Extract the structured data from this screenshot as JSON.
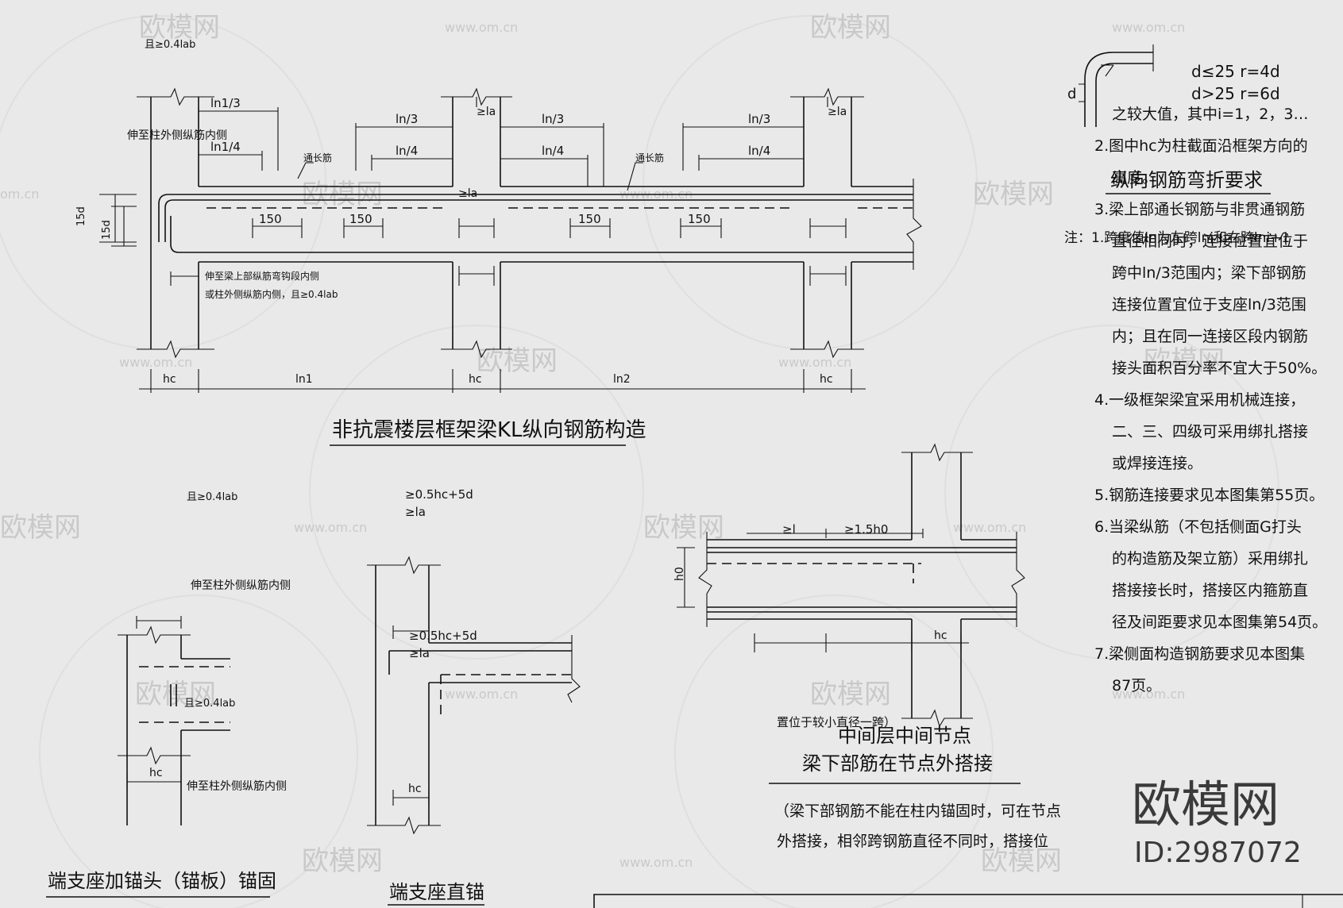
{
  "watermark": {
    "brand": "欧模网",
    "url": "www.om.cn",
    "id": "ID:2987072",
    "side_url": "om.cn"
  },
  "main": {
    "title": "非抗震楼层框架梁KL纵向钢筋构造",
    "labels": {
      "anchor_top": "且≥0.4lab",
      "ln1_3": "ln1/3",
      "ln1_4": "ln1/4",
      "ln_3_a": "ln/3",
      "ln_4_a": "ln/4",
      "ln_3_b": "ln/3",
      "ln_4_b": "ln/4",
      "ln_3_c": "ln/3",
      "ln_4_c": "ln/4",
      "ge_la_a": "≥la",
      "ge_la_b": "≥la",
      "ge_la_c": "≥la",
      "extend_outer": "伸至柱外侧纵筋内侧",
      "through_bar_a": "通长筋",
      "through_bar_b": "通长筋",
      "d15_a": "15d",
      "d15_b": "15d",
      "d150_a": "150",
      "d150_b": "150",
      "d150_c": "150",
      "d150_d": "150",
      "note_extend_1": "伸至梁上部纵筋弯钩段内侧",
      "note_extend_2": "或柱外侧纵筋内侧，且≥0.4lab",
      "hc_a": "hc",
      "hc_b": "hc",
      "hc_c": "hc",
      "ln1": "ln1",
      "ln2": "ln2"
    }
  },
  "bend": {
    "d_label": "d",
    "rule_1": "d≤25  r=4d",
    "rule_2": "d>25  r=6d",
    "title": "纵向钢筋弯折要求"
  },
  "notes": [
    "之较大值，其中i=1，2，3…",
    "2.图中hc为柱截面沿框架方向的",
    "高度。",
    "3.梁上部通长钢筋与非贯通钢筋",
    "直径相同时，连接位置宜位于",
    "跨中ln/3范围内；梁下部钢筋",
    "连接位置宜位于支座ln/3范围",
    "内；且在同一连接区段内钢筋",
    "接头面积百分率不宜大于50%。",
    "4.一级框架梁宜采用机械连接，",
    "二、三、四级可采用绑扎搭接",
    "或焊接连接。",
    "5.钢筋连接要求见本图集第55页。",
    "6.当梁纵筋（不包括侧面G打头",
    "的构造筋及架立筋）采用绑扎",
    "搭接接长时，搭接区内箍筋直",
    "径及间距要求见本图集第54页。",
    "7.梁侧面构造钢筋要求见本图集",
    "87页。"
  ],
  "note_prefix": "注：1.跨度值ln为左跨lni和右跨lni+1",
  "anchor_head": {
    "top_label": "且≥0.4lab",
    "extend_1": "伸至柱外侧纵筋内侧",
    "mid_label": "且≥0.4lab",
    "extend_2": "伸至柱外侧纵筋内侧",
    "hc": "hc",
    "title": "端支座加锚头（锚板）锚固"
  },
  "straight": {
    "top_1": "≥0.5hc+5d",
    "top_2": "≥la",
    "inner_1": "≥0.5hc+5d",
    "inner_2": "≥la",
    "hc": "hc",
    "title": "端支座直锚"
  },
  "middle": {
    "ge_l": "≥l",
    "ge_15h0": "≥1.5h0",
    "h0": "h0",
    "hc": "hc",
    "title_1": "中间层中间节点",
    "title_2": "梁下部筋在节点外搭接",
    "desc_1": "（梁下部钢筋不能在柱内锚固时，可在节点",
    "desc_2": "外搭接，相邻跨钢筋直径不同时，搭接位",
    "desc_3": "置位于较小直径一跨）"
  }
}
